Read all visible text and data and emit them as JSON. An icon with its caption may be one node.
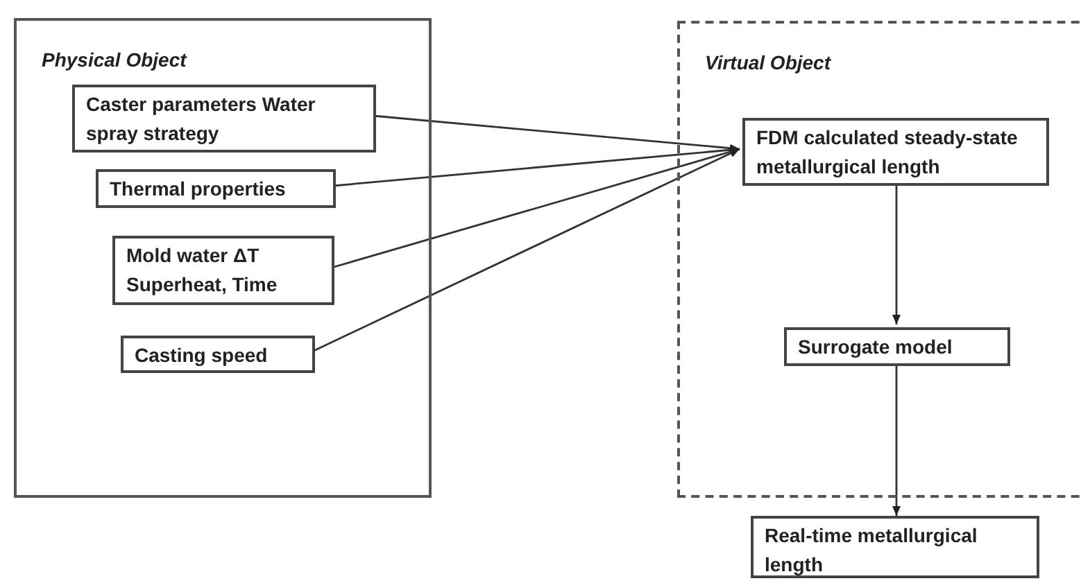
{
  "diagram": {
    "nodes": [
      {
        "text": [
          "Physical Object"
        ]
      },
      {
        "text": [
          "Caster parameters Water spray strategy"
        ],
        "in": 0
      },
      {
        "text": [
          "Thermal properties"
        ],
        "in": 0
      },
      {
        "text": [
          "Mold water  ΔT Superheat, Time"
        ],
        "in": 0
      },
      {
        "text": [
          "Casting speed"
        ],
        "in": 0
      },
      {
        "text": [
          "Virtual Object"
        ]
      },
      {
        "text": [
          "FDM calculated steady-state metallurgical length"
        ],
        "in": 5
      },
      {
        "text": [
          "Surrogate model"
        ],
        "in": 5
      },
      {
        "text": [
          "Real-time metallurgical length"
        ]
      }
    ],
    "edges": [
      {
        "from": 1,
        "to": 6,
        "arrow": "to"
      },
      {
        "from": 2,
        "to": 6,
        "arrow": "to"
      },
      {
        "from": 3,
        "to": 6,
        "arrow": "to"
      },
      {
        "from": 4,
        "to": 6,
        "arrow": "to"
      },
      {
        "from": 6,
        "to": 7,
        "arrow": "to"
      },
      {
        "from": 7,
        "to": 8,
        "arrow": "to"
      }
    ]
  }
}
